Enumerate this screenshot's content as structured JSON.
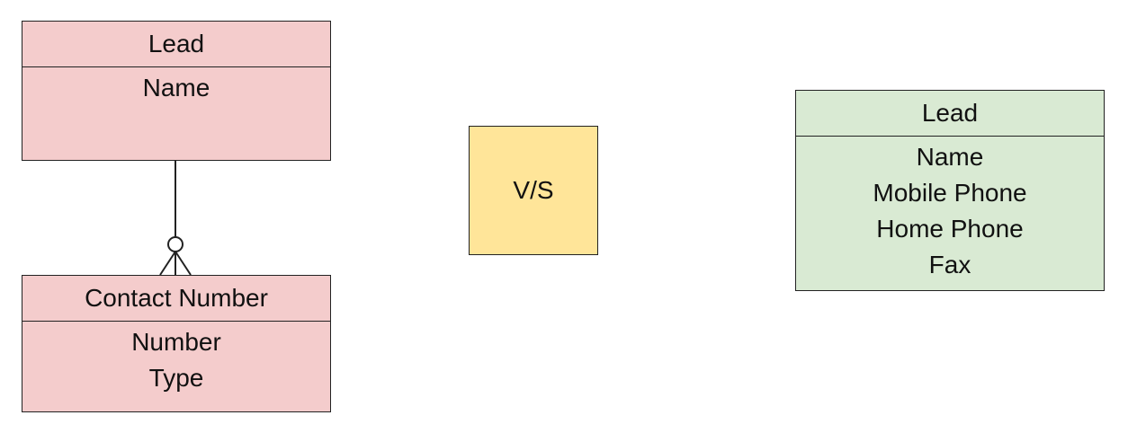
{
  "colors": {
    "pink_entity": "#f4cccc",
    "green_entity": "#d9ead3",
    "vs_box": "#ffe599",
    "border": "#222222"
  },
  "left_model": {
    "lead": {
      "title": "Lead",
      "attributes": [
        "Name"
      ]
    },
    "contact_number": {
      "title": "Contact Number",
      "attributes": [
        "Number",
        "Type"
      ]
    },
    "relationship": "one-to-zero-or-many"
  },
  "versus": {
    "label": "V/S"
  },
  "right_model": {
    "lead": {
      "title": "Lead",
      "attributes": [
        "Name",
        "Mobile Phone",
        "Home Phone",
        "Fax"
      ]
    }
  }
}
